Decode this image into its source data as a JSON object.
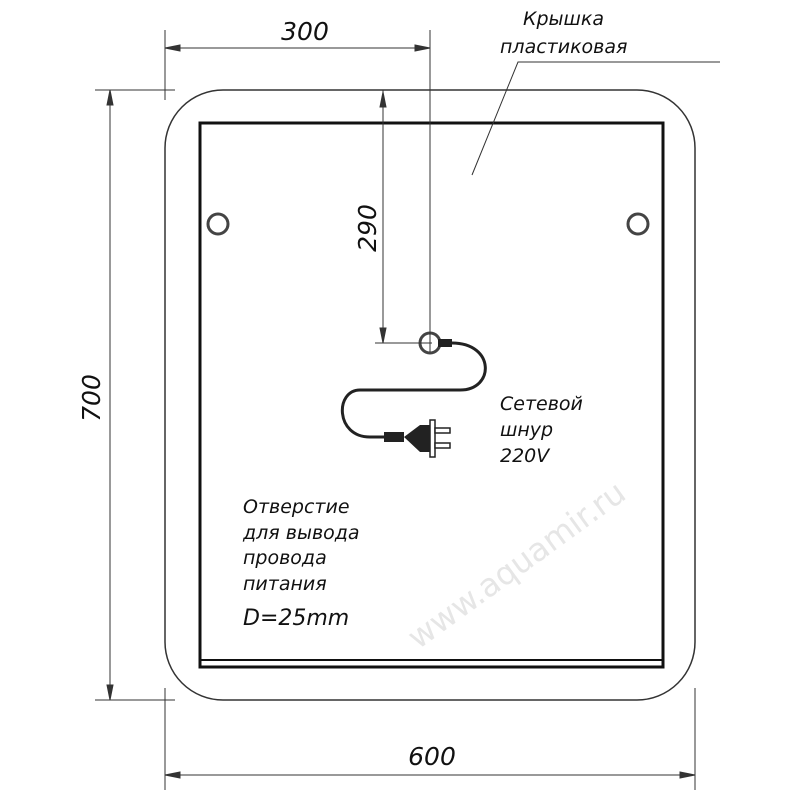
{
  "dimensions": {
    "top_width": "300",
    "bottom_width": "600",
    "height": "700",
    "hole_offset": "290"
  },
  "labels": {
    "cover": [
      "Крышка",
      "пластиковая"
    ],
    "cord": [
      "Сетевой",
      "шнур",
      "220V"
    ],
    "hole": [
      "Отверстие",
      "для вывода",
      "провода",
      "питания"
    ],
    "hole_diameter": "D=25mm"
  },
  "watermark": "www.aquamir.ru"
}
